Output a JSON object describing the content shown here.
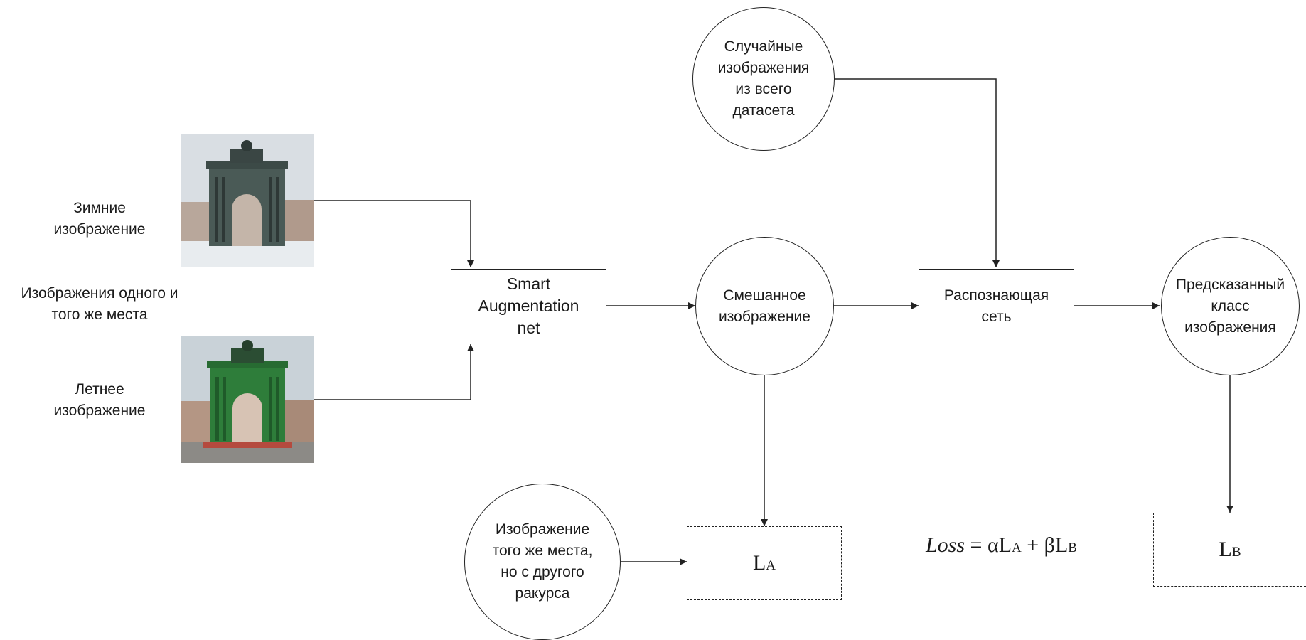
{
  "labels": {
    "winter": "Зимние\nизображение",
    "same_place": "Изображения одного и\nтого же места",
    "summer": "Летнее\nизображение"
  },
  "nodes": {
    "random_images": "Случайные\nизображения\nиз всего\nдатасета",
    "smart_net": "Smart\nAugmentation\nnet",
    "mixed_image": "Смешанное\nизображение",
    "recognizer": "Распознающая\nсеть",
    "predicted_class": "Предсказанный\nкласс\nизображения",
    "same_place_other_view": "Изображение\nтого же места,\nно с другого\nракурса"
  },
  "losses": {
    "la_main": "L",
    "la_sub": "A",
    "lb_main": "L",
    "lb_sub": "B"
  },
  "formula": {
    "loss_word": "Loss",
    "equals": " = ",
    "alpha": "α",
    "la_main": "L",
    "la_sub": "A",
    "plus": " + ",
    "beta": "β",
    "lb_main": "L",
    "lb_sub": "B"
  },
  "colors": {
    "stroke": "#222222",
    "arch_winter": "#4a5a56",
    "arch_summer": "#2e7d3a",
    "sky_winter": "#d9dee3",
    "snow": "#e8ecef",
    "sky_summer": "#c9d2d8"
  }
}
